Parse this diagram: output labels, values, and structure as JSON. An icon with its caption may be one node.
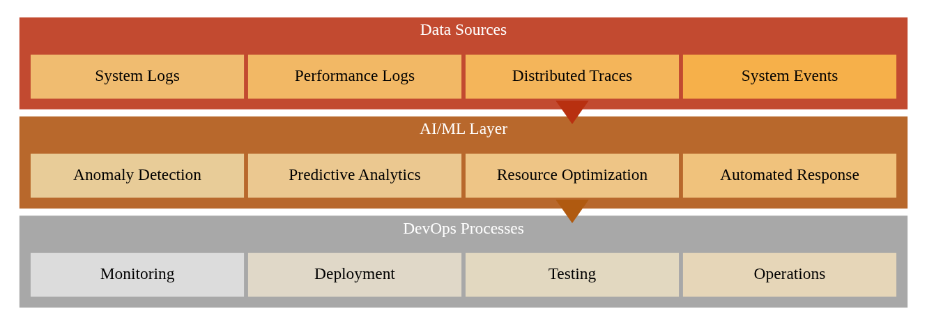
{
  "diagram": {
    "nodes": [
      {
        "text": [
          "Data Sources"
        ]
      },
      {
        "text": [
          "System Logs"
        ],
        "in": 0
      },
      {
        "text": [
          "Performance Logs"
        ],
        "in": 0
      },
      {
        "text": [
          "Distributed Traces"
        ],
        "in": 0
      },
      {
        "text": [
          "System Events"
        ],
        "in": 0
      },
      {
        "text": [
          "AI/ML Layer"
        ]
      },
      {
        "text": [
          "Anomaly Detection"
        ],
        "in": 5
      },
      {
        "text": [
          "Predictive Analytics"
        ],
        "in": 5
      },
      {
        "text": [
          "Resource Optimization"
        ],
        "in": 5
      },
      {
        "text": [
          "Automated Response"
        ],
        "in": 5
      },
      {
        "text": [
          "DevOps Processes"
        ]
      },
      {
        "text": [
          "Monitoring"
        ],
        "in": 10
      },
      {
        "text": [
          "Deployment"
        ],
        "in": 10
      },
      {
        "text": [
          "Testing"
        ],
        "in": 10
      },
      {
        "text": [
          "Operations"
        ],
        "in": 10
      }
    ],
    "edges": [
      {
        "from": 0,
        "to": 5,
        "arrow": "to",
        "style": "thick",
        "color": "#b83010"
      },
      {
        "from": 5,
        "to": 10,
        "arrow": "to",
        "style": "thick",
        "color": "#b05a10"
      }
    ]
  }
}
